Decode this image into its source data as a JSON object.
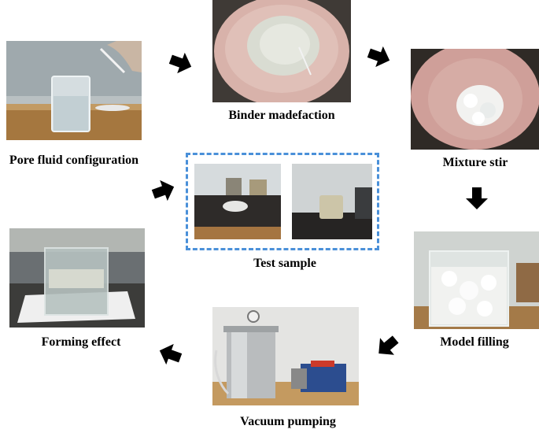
{
  "steps": {
    "pore_fluid": "Pore fluid configuration",
    "binder": "Binder madefaction",
    "mixture": "Mixture stir",
    "model_filling": "Model filling",
    "vacuum": "Vacuum pumping",
    "forming": "Forming effect",
    "test_sample": "Test sample"
  },
  "colors": {
    "dashed_border": "#4a90d9",
    "arrow": "#000000"
  }
}
